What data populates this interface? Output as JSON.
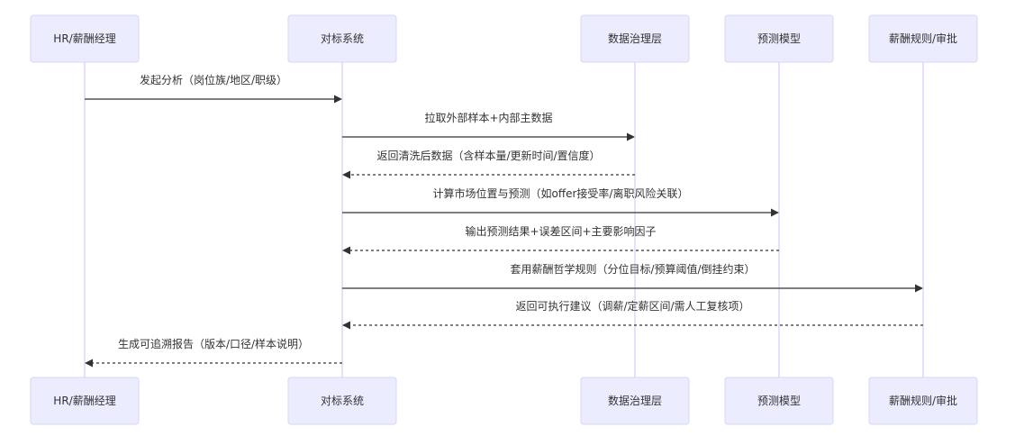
{
  "diagram_type": "sequence",
  "actors": [
    {
      "id": "hr",
      "label": "HR/薪酬经理"
    },
    {
      "id": "bench",
      "label": "对标系统"
    },
    {
      "id": "data",
      "label": "数据治理层"
    },
    {
      "id": "model",
      "label": "预测模型"
    },
    {
      "id": "rules",
      "label": "薪酬规则/审批"
    }
  ],
  "messages": [
    {
      "from": "hr",
      "to": "bench",
      "style": "solid",
      "label": "发起分析（岗位族/地区/职级）"
    },
    {
      "from": "bench",
      "to": "data",
      "style": "solid",
      "label": "拉取外部样本+内部主数据"
    },
    {
      "from": "data",
      "to": "bench",
      "style": "dashed",
      "label": "返回清洗后数据（含样本量/更新时间/置信度）"
    },
    {
      "from": "bench",
      "to": "model",
      "style": "solid",
      "label": "计算市场位置与预测（如offer接受率/离职风险关联）"
    },
    {
      "from": "model",
      "to": "bench",
      "style": "dashed",
      "label": "输出预测结果+误差区间+主要影响因子"
    },
    {
      "from": "bench",
      "to": "rules",
      "style": "solid",
      "label": "套用薪酬哲学规则（分位目标/预算阈值/倒挂约束）"
    },
    {
      "from": "rules",
      "to": "bench",
      "style": "dashed",
      "label": "返回可执行建议（调薪/定薪区间/需人工复核项）"
    },
    {
      "from": "bench",
      "to": "hr",
      "style": "dashed",
      "label": "生成可追溯报告（版本/口径/样本说明）"
    }
  ],
  "colors": {
    "actor_fill": "#ECECFF",
    "actor_border": "#d9d4f5",
    "lifeline": "#d6cdf2",
    "line": "#333333",
    "text": "#333333"
  }
}
